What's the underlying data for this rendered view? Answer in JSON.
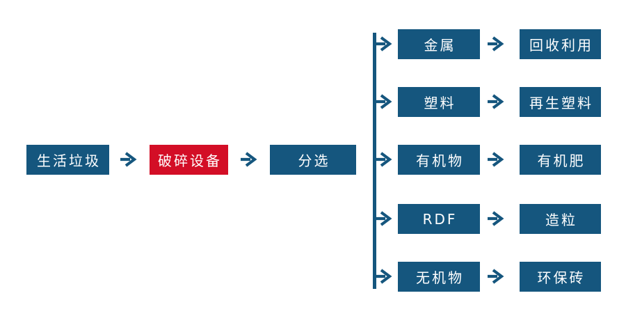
{
  "colors": {
    "node-blue": "#15567E",
    "node-red": "#D30E26",
    "canvas-bg": "#FFFFFF"
  },
  "main_flow": {
    "nodes": [
      {
        "label": "生活垃圾"
      },
      {
        "label": "破碎设备"
      },
      {
        "label": "分选"
      }
    ]
  },
  "branches": [
    {
      "source": "金属",
      "target": "回收利用"
    },
    {
      "source": "塑料",
      "target": "再生塑料"
    },
    {
      "source": "有机物",
      "target": "有机肥"
    },
    {
      "source": "RDF",
      "target": "造粒"
    },
    {
      "source": "无机物",
      "target": "环保砖"
    }
  ],
  "icons": {
    "arrow": "arrow-right-icon"
  }
}
